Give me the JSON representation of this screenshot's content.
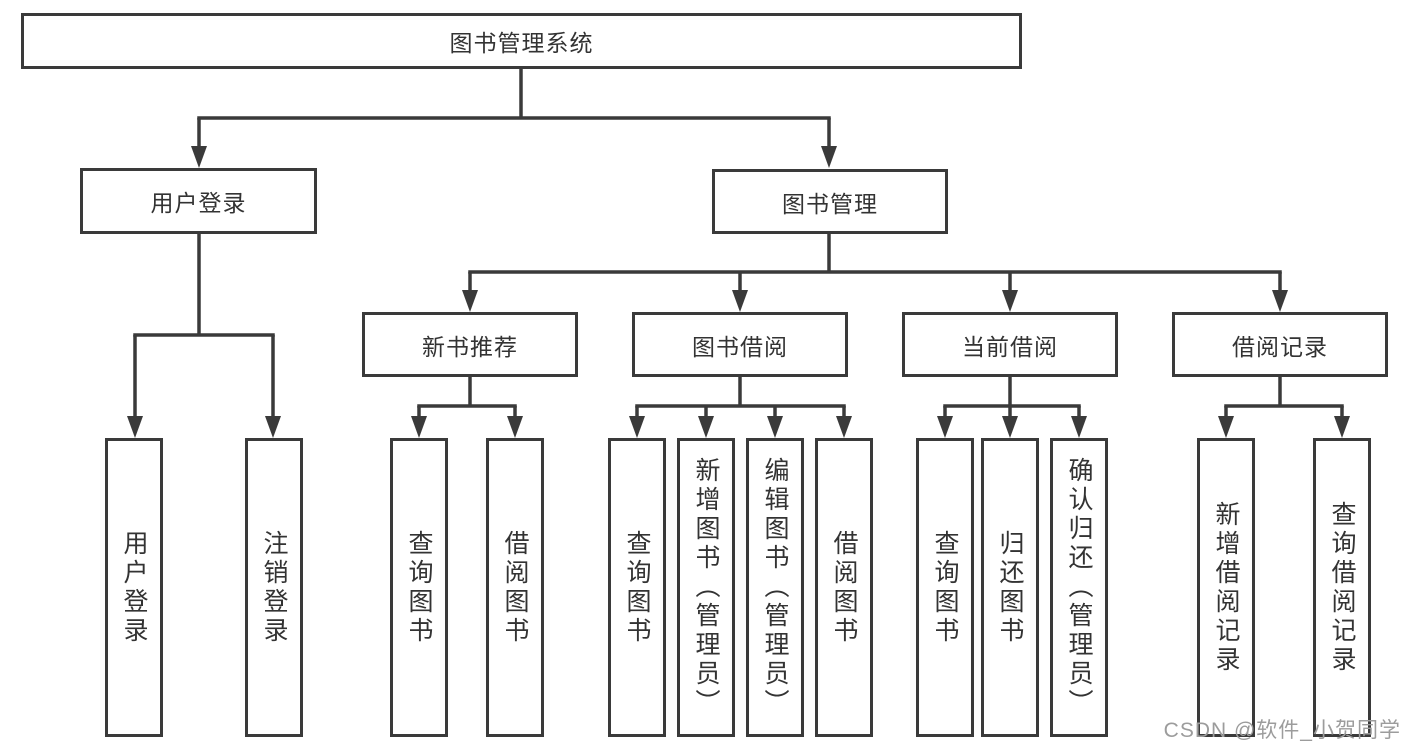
{
  "nodes": {
    "root": {
      "label": "图书管理系统"
    },
    "user_login": {
      "label": "用户登录"
    },
    "book_mgmt": {
      "label": "图书管理"
    },
    "new_book_rec": {
      "label": "新书推荐"
    },
    "book_borrow": {
      "label": "图书借阅"
    },
    "current_borrow": {
      "label": "当前借阅"
    },
    "borrow_record": {
      "label": "借阅记录"
    },
    "leaf_user_login": {
      "label": "用户登录"
    },
    "leaf_logout": {
      "label": "注销登录"
    },
    "leaf_query_book_rec": {
      "label": "查询图书"
    },
    "leaf_borrow_book_rec": {
      "label": "借阅图书"
    },
    "leaf_query_book_borrow": {
      "label": "查询图书"
    },
    "leaf_add_book": {
      "label": "新增图书（管理员）"
    },
    "leaf_edit_book": {
      "label": "编辑图书（管理员）"
    },
    "leaf_borrow_book": {
      "label": "借阅图书"
    },
    "leaf_query_book_current": {
      "label": "查询图书"
    },
    "leaf_return_book": {
      "label": "归还图书"
    },
    "leaf_confirm_return": {
      "label": "确认归还（管理员）"
    },
    "leaf_add_record": {
      "label": "新增借阅记录"
    },
    "leaf_query_record": {
      "label": "查询借阅记录"
    }
  },
  "hierarchy": {
    "root": [
      "user_login",
      "book_mgmt"
    ],
    "user_login": [
      "leaf_user_login",
      "leaf_logout"
    ],
    "book_mgmt": [
      "new_book_rec",
      "book_borrow",
      "current_borrow",
      "borrow_record"
    ],
    "new_book_rec": [
      "leaf_query_book_rec",
      "leaf_borrow_book_rec"
    ],
    "book_borrow": [
      "leaf_query_book_borrow",
      "leaf_add_book",
      "leaf_edit_book",
      "leaf_borrow_book"
    ],
    "current_borrow": [
      "leaf_query_book_current",
      "leaf_return_book",
      "leaf_confirm_return"
    ],
    "borrow_record": [
      "leaf_add_record",
      "leaf_query_record"
    ]
  },
  "watermark": {
    "text": "CSDN @软件_小贺同学"
  },
  "colors": {
    "line": "#3a3a3a",
    "text": "#333333",
    "watermark": "#9c9c9c",
    "background": "#ffffff"
  }
}
